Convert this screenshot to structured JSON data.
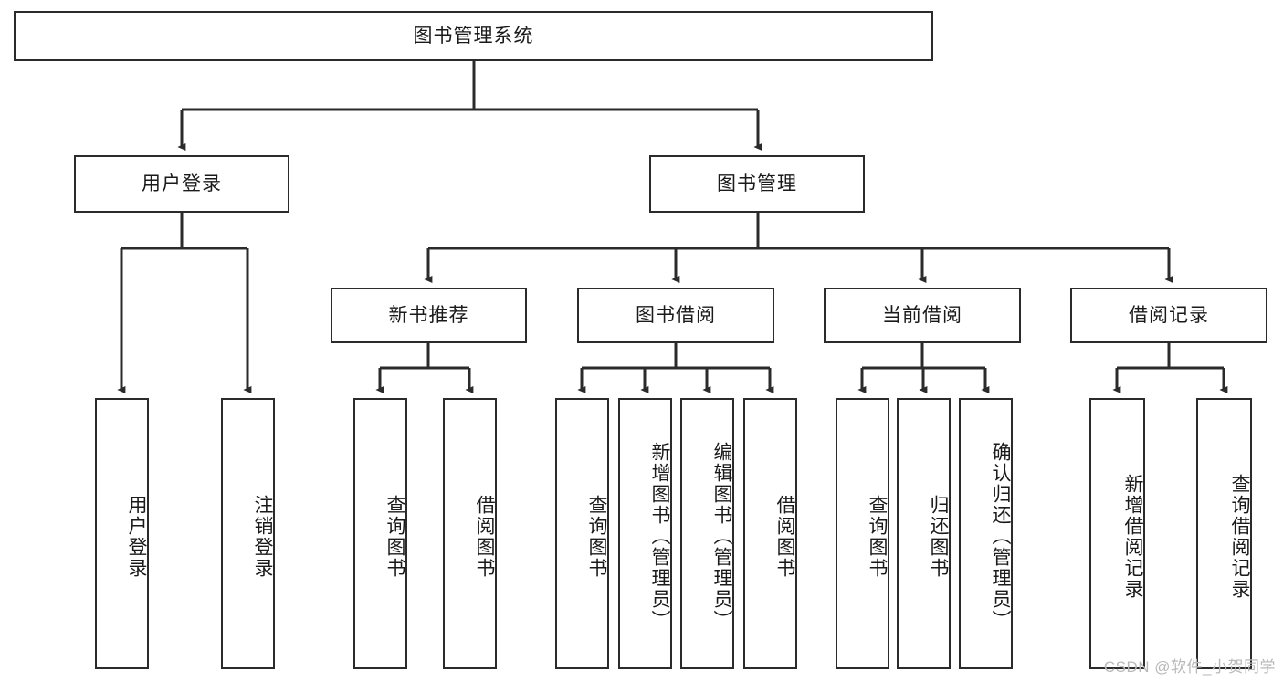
{
  "diagram": {
    "type": "tree-hierarchy-flowchart",
    "title": "图书管理系统",
    "watermark": "CSDN @软件_小贺同学",
    "colors": {
      "box_border": "#2b2b2b",
      "box_fill": "#ffffff",
      "connector": "#2b2b2b",
      "text": "#1a1a1a",
      "watermark": "#b9b9b9",
      "background": "#ffffff"
    },
    "root": {
      "id": "root",
      "label": "图书管理系统",
      "orientation": "horizontal"
    },
    "level1": [
      {
        "id": "user-login",
        "label": "用户登录",
        "orientation": "horizontal"
      },
      {
        "id": "book-management",
        "label": "图书管理",
        "orientation": "horizontal"
      }
    ],
    "level2": [
      {
        "id": "new-book-recommend",
        "label": "新书推荐",
        "orientation": "horizontal",
        "parent": "book-management"
      },
      {
        "id": "book-borrow",
        "label": "图书借阅",
        "orientation": "horizontal",
        "parent": "book-management"
      },
      {
        "id": "current-borrow",
        "label": "当前借阅",
        "orientation": "horizontal",
        "parent": "book-management"
      },
      {
        "id": "borrow-record",
        "label": "借阅记录",
        "orientation": "horizontal",
        "parent": "book-management"
      }
    ],
    "leaves": [
      {
        "id": "leaf-user-login",
        "label": "用户登录",
        "parent": "user-login",
        "orientation": "vertical"
      },
      {
        "id": "leaf-user-logout",
        "label": "注销登录",
        "parent": "user-login",
        "orientation": "vertical"
      },
      {
        "id": "leaf-query-book-1",
        "label": "查询图书",
        "parent": "new-book-recommend",
        "orientation": "vertical"
      },
      {
        "id": "leaf-borrow-book-1",
        "label": "借阅图书",
        "parent": "new-book-recommend",
        "orientation": "vertical"
      },
      {
        "id": "leaf-query-book-2",
        "label": "查询图书",
        "parent": "book-borrow",
        "orientation": "vertical"
      },
      {
        "id": "leaf-add-book",
        "label": "新增图书（管理员）",
        "parent": "book-borrow",
        "orientation": "vertical"
      },
      {
        "id": "leaf-edit-book",
        "label": "编辑图书（管理员）",
        "parent": "book-borrow",
        "orientation": "vertical"
      },
      {
        "id": "leaf-borrow-book-2",
        "label": "借阅图书",
        "parent": "book-borrow",
        "orientation": "vertical"
      },
      {
        "id": "leaf-query-book-3",
        "label": "查询图书",
        "parent": "current-borrow",
        "orientation": "vertical"
      },
      {
        "id": "leaf-return-book",
        "label": "归还图书",
        "parent": "current-borrow",
        "orientation": "vertical"
      },
      {
        "id": "leaf-confirm-return",
        "label": "确认归还（管理员）",
        "parent": "current-borrow",
        "orientation": "vertical"
      },
      {
        "id": "leaf-add-record",
        "label": "新增借阅记录",
        "parent": "borrow-record",
        "orientation": "vertical"
      },
      {
        "id": "leaf-query-record",
        "label": "查询借阅记录",
        "parent": "borrow-record",
        "orientation": "vertical"
      }
    ]
  }
}
